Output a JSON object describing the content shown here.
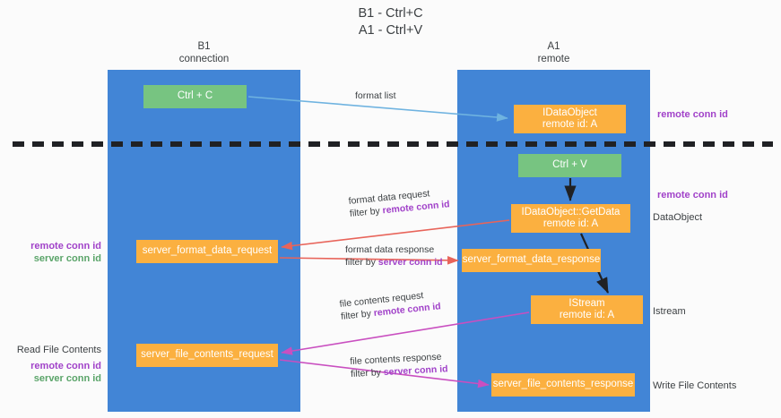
{
  "title": {
    "line1": "B1 - Ctrl+C",
    "line2": "A1 - Ctrl+V"
  },
  "lanes": [
    {
      "id": "b1",
      "name": "B1",
      "role": "connection"
    },
    {
      "id": "a1",
      "name": "A1",
      "role": "remote"
    }
  ],
  "boxes": {
    "ctrl_c": {
      "label": "Ctrl + C",
      "color": "#77c481"
    },
    "idataobject": {
      "label": "IDataObject",
      "sub": "remote id: A",
      "color": "#fbb040"
    },
    "ctrl_v": {
      "label": "Ctrl + V",
      "color": "#77c481"
    },
    "getdata": {
      "label": "IDataObject::GetData",
      "sub": "remote id: A",
      "color": "#fbb040"
    },
    "server_format_data_request": {
      "label": "server_format_data_request",
      "color": "#fbb040"
    },
    "server_format_data_response": {
      "label": "server_format_data_response",
      "color": "#fbb040"
    },
    "istream": {
      "label": "IStream",
      "sub": "remote id: A",
      "color": "#fbb040"
    },
    "server_file_contents_request": {
      "label": "server_file_contents_request",
      "color": "#fbb040"
    },
    "server_file_contents_response": {
      "label": "server_file_contents_response",
      "color": "#fbb040"
    }
  },
  "edge_labels": {
    "format_list": "format list",
    "format_data_request": "format data request",
    "format_data_request_filter_prefix": "filter by ",
    "format_data_request_filter_key": "remote conn id",
    "format_data_response": "format data response",
    "format_data_response_filter_prefix": "filter by ",
    "format_data_response_filter_key": "server conn id",
    "file_contents_request": "file contents request",
    "file_contents_request_filter_prefix": "filter by ",
    "file_contents_request_filter_key": "remote conn id",
    "file_contents_response": "file contents response",
    "file_contents_response_filter_prefix": "filter by ",
    "file_contents_response_filter_key": "server conn id"
  },
  "annotations": {
    "remote_conn_id_top": "remote conn id",
    "remote_conn_id_mid": "remote conn id",
    "dataobject": "DataObject",
    "istream": "Istream",
    "write_file_contents": "Write File Contents",
    "read_file_contents": "Read File Contents",
    "left_remote_conn_id_1": "remote conn id",
    "left_server_conn_id_1": "server conn id",
    "left_remote_conn_id_2": "remote conn id",
    "left_server_conn_id_2": "server conn id"
  },
  "colors": {
    "lane": "#4285d6",
    "green_box": "#77c481",
    "orange_box": "#fbb040",
    "purple_text": "#a142c9",
    "green_text": "#5aa469",
    "arrow_blue": "#6fb3e0",
    "arrow_red": "#e8645a",
    "arrow_magenta": "#c councilor",
    "arrow_black": "#202124",
    "divider": "#202124"
  }
}
